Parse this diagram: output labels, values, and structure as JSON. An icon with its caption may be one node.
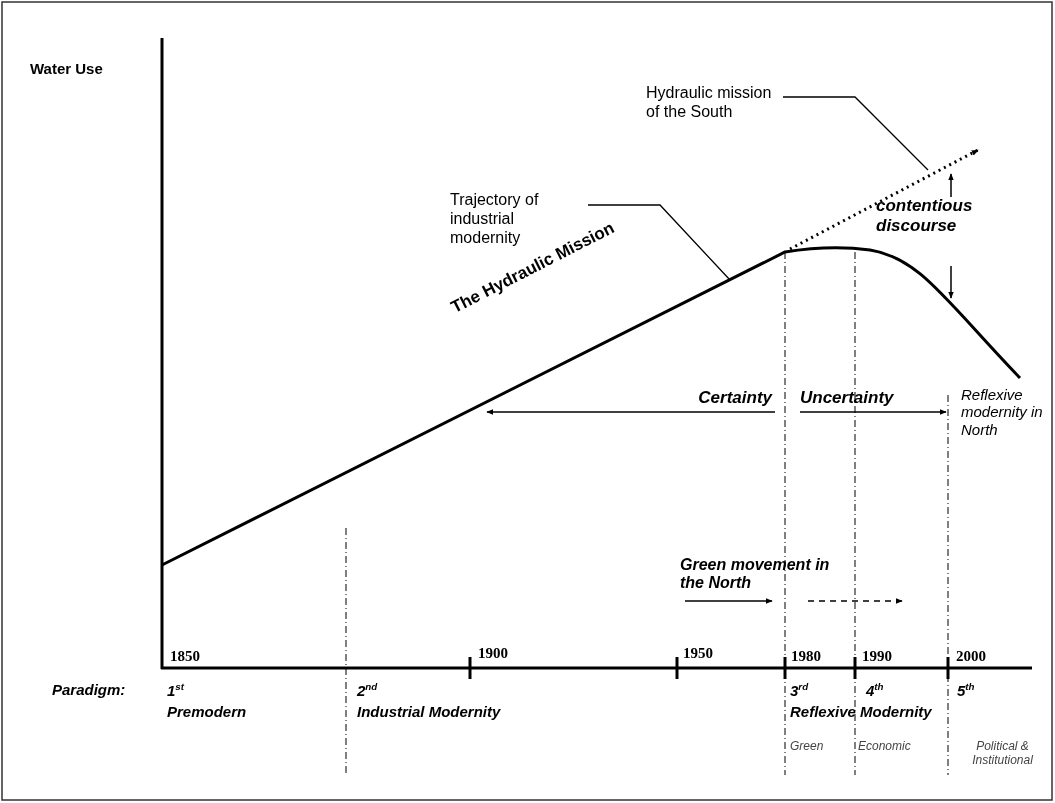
{
  "diagram": {
    "nodes": [
      {
        "text": [
          "Trajectory of industrial modernity"
        ]
      },
      {
        "text": [
          "Hydraulic mission of the South"
        ]
      }
    ],
    "edges": [
      {
        "from": 0,
        "to": null,
        "arrow": "none"
      },
      {
        "from": 1,
        "to": null,
        "arrow": "none"
      }
    ],
    "labels": [
      "Water Use",
      "contentious discourse",
      "The Hydraulic Mission",
      "Certainty",
      "Uncertainty",
      "Reflexive modernity in North",
      "Green movement in the North",
      "1850",
      "1900",
      "1950",
      "1980",
      "1990",
      "2000",
      "Paradigm:",
      "1$^{st}$",
      "2$^{nd}$",
      "3$^{rd}$",
      "4$^{th}$",
      "5$^{th}$",
      "Premodern",
      "Industrial Modernity",
      "Reflexive Modernity",
      "Green",
      "Economic",
      "Political & Institutional"
    ]
  }
}
